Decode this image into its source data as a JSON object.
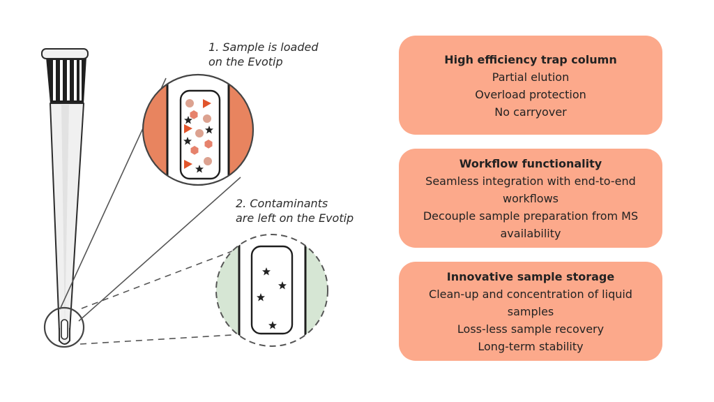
{
  "steps": [
    {
      "line1": "1. Sample is loaded",
      "line2": "on the Evotip"
    },
    {
      "line1": "2. Contaminants",
      "line2": "are left on the Evotip"
    }
  ],
  "cards": [
    {
      "title": "High efficiency trap column",
      "items": [
        "Partial elution",
        "Overload protection",
        "No carryover"
      ]
    },
    {
      "title": "Workflow functionality",
      "items": [
        "Seamless integration with end-to-end",
        "workflows",
        "Decouple sample preparation from MS",
        "availability"
      ]
    },
    {
      "title": "Innovative sample storage",
      "items": [
        "Clean-up and concentration of liquid",
        "samples",
        "Loss-less sample recovery",
        "Long-term stability"
      ]
    }
  ],
  "colors": {
    "card_fill": "#fca98b",
    "resin_orange": "#e8845f",
    "sample_pink": "#dca290",
    "contaminant_star": "#222222",
    "clean_green": "#d6e6d4",
    "tip_gray": "#efefef"
  },
  "icons": [
    "evotip-icon",
    "zoom-circle-icon",
    "star-icon",
    "hexagon-icon",
    "triangle-icon",
    "dot-icon"
  ]
}
